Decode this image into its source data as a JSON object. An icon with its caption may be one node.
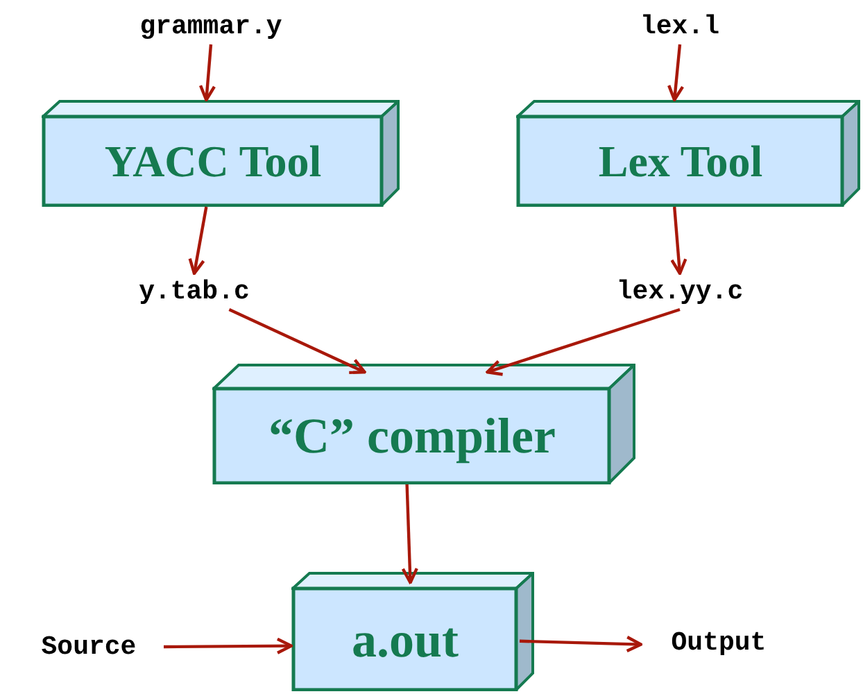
{
  "diagram": {
    "nodes": [
      {
        "text": [
          "grammar.y"
        ]
      },
      {
        "text": [
          "YACC Tool"
        ]
      },
      {
        "text": [
          "y.tab.c"
        ]
      },
      {
        "text": [
          "lex.l"
        ]
      },
      {
        "text": [
          "Lex Tool"
        ]
      },
      {
        "text": [
          "lex.yy.c"
        ]
      },
      {
        "text": [
          "“C” compiler"
        ]
      },
      {
        "text": [
          "a.out"
        ]
      },
      {
        "text": [
          "Source"
        ]
      },
      {
        "text": [
          "Output"
        ]
      }
    ],
    "edges": [
      {
        "from": 0,
        "to": 1,
        "arrow": "to"
      },
      {
        "from": 1,
        "to": 2,
        "arrow": "to"
      },
      {
        "from": 3,
        "to": 4,
        "arrow": "to"
      },
      {
        "from": 4,
        "to": 5,
        "arrow": "to"
      },
      {
        "from": 2,
        "to": 6,
        "arrow": "to"
      },
      {
        "from": 5,
        "to": 6,
        "arrow": "to"
      },
      {
        "from": 6,
        "to": 7,
        "arrow": "to"
      },
      {
        "from": 8,
        "to": 7,
        "arrow": "to"
      },
      {
        "from": 7,
        "to": 9,
        "arrow": "to"
      }
    ]
  }
}
